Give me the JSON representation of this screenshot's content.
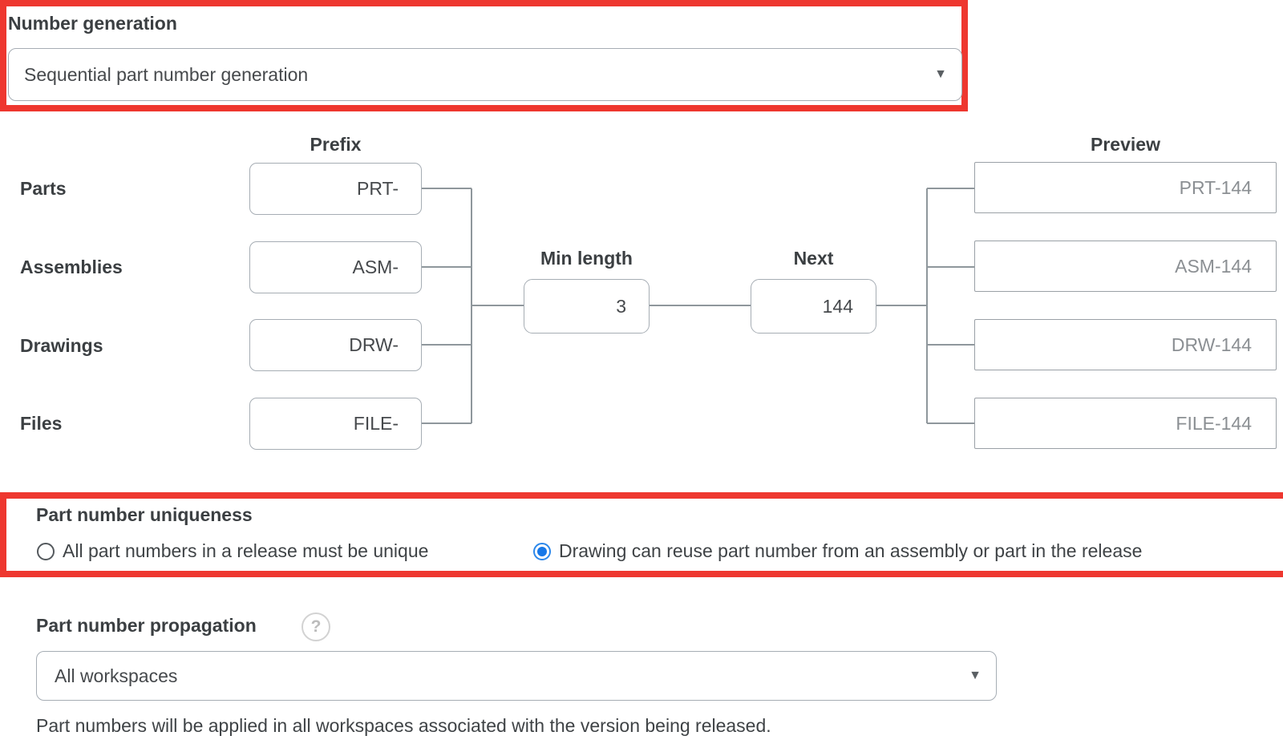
{
  "colors": {
    "highlight_red": "#ee372f",
    "radio_blue": "#1778e8",
    "connector_gray": "#8f979c",
    "preview_text_gray": "#8b8f93"
  },
  "number_generation": {
    "label": "Number generation",
    "dropdown_value": "Sequential part number generation",
    "dropdown_arrow": "▼"
  },
  "diagram": {
    "prefix_header": "Prefix",
    "preview_header": "Preview",
    "min_length": {
      "label": "Min length",
      "value": "3"
    },
    "next": {
      "label": "Next",
      "value": "144"
    },
    "rows": [
      {
        "label": "Parts",
        "prefix": "PRT-",
        "preview": "PRT-144"
      },
      {
        "label": "Assemblies",
        "prefix": "ASM-",
        "preview": "ASM-144"
      },
      {
        "label": "Drawings",
        "prefix": "DRW-",
        "preview": "DRW-144"
      },
      {
        "label": "Files",
        "prefix": "FILE-",
        "preview": "FILE-144"
      }
    ]
  },
  "uniqueness": {
    "label": "Part number uniqueness",
    "options": [
      {
        "label": "All part numbers in a release must be unique",
        "selected": false
      },
      {
        "label": "Drawing can reuse part number from an assembly or part in the release",
        "selected": true
      }
    ]
  },
  "propagation": {
    "label": "Part number propagation",
    "help_icon": "?",
    "dropdown_value": "All workspaces",
    "dropdown_arrow": "▼",
    "description": "Part numbers will be applied in all workspaces associated with the version being released."
  }
}
